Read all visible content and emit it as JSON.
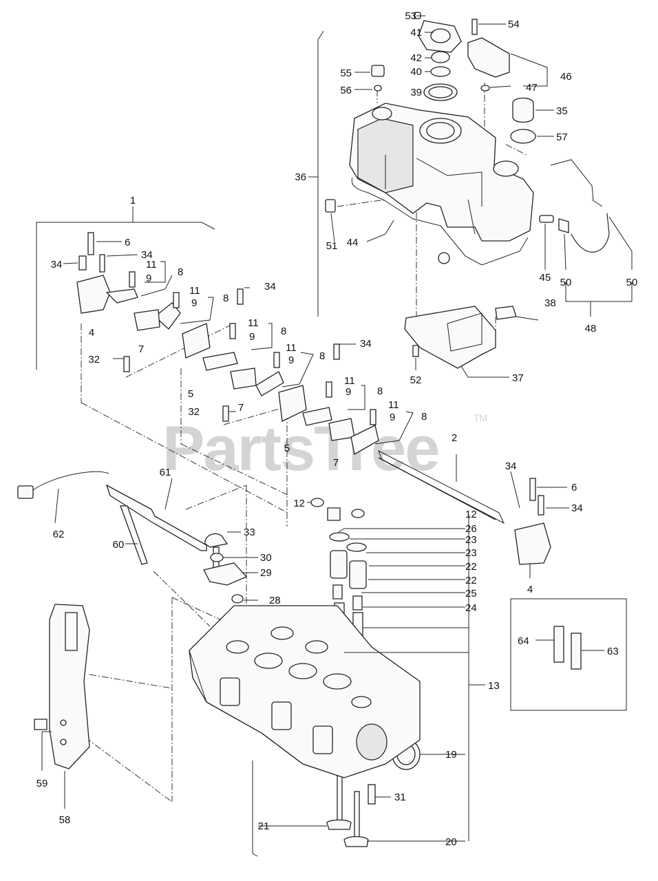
{
  "watermark": {
    "text": "PartsTree",
    "tm": "TM"
  },
  "callouts": [
    {
      "text": "53"
    },
    {
      "text": "41"
    },
    {
      "text": "54"
    },
    {
      "text": "42"
    },
    {
      "text": "46"
    },
    {
      "text": "55"
    },
    {
      "text": "40"
    },
    {
      "text": "56"
    },
    {
      "text": "39"
    },
    {
      "text": "47"
    },
    {
      "text": "35"
    },
    {
      "text": "57"
    },
    {
      "text": "36"
    },
    {
      "text": "1"
    },
    {
      "text": "6"
    },
    {
      "text": "34"
    },
    {
      "text": "34"
    },
    {
      "text": "11"
    },
    {
      "text": "9"
    },
    {
      "text": "8"
    },
    {
      "text": "34"
    },
    {
      "text": "11"
    },
    {
      "text": "9"
    },
    {
      "text": "8"
    },
    {
      "text": "4"
    },
    {
      "text": "7"
    },
    {
      "text": "11"
    },
    {
      "text": "9"
    },
    {
      "text": "8"
    },
    {
      "text": "34"
    },
    {
      "text": "11"
    },
    {
      "text": "9"
    },
    {
      "text": "8"
    },
    {
      "text": "32"
    },
    {
      "text": "5"
    },
    {
      "text": "7"
    },
    {
      "text": "51"
    },
    {
      "text": "44"
    },
    {
      "text": "45"
    },
    {
      "text": "50"
    },
    {
      "text": "50"
    },
    {
      "text": "48"
    },
    {
      "text": "38"
    },
    {
      "text": "52"
    },
    {
      "text": "37"
    },
    {
      "text": "11"
    },
    {
      "text": "9"
    },
    {
      "text": "8"
    },
    {
      "text": "11"
    },
    {
      "text": "9"
    },
    {
      "text": "8"
    },
    {
      "text": "32"
    },
    {
      "text": "5"
    },
    {
      "text": "7"
    },
    {
      "text": "2"
    },
    {
      "text": "34"
    },
    {
      "text": "6"
    },
    {
      "text": "34"
    },
    {
      "text": "61"
    },
    {
      "text": "12"
    },
    {
      "text": "12"
    },
    {
      "text": "26"
    },
    {
      "text": "23"
    },
    {
      "text": "23"
    },
    {
      "text": "62"
    },
    {
      "text": "33"
    },
    {
      "text": "60"
    },
    {
      "text": "30"
    },
    {
      "text": "29"
    },
    {
      "text": "22"
    },
    {
      "text": "22"
    },
    {
      "text": "25"
    },
    {
      "text": "4"
    },
    {
      "text": "28"
    },
    {
      "text": "24"
    },
    {
      "text": "64"
    },
    {
      "text": "63"
    },
    {
      "text": "13"
    },
    {
      "text": "19"
    },
    {
      "text": "59"
    },
    {
      "text": "31"
    },
    {
      "text": "58"
    },
    {
      "text": "21"
    },
    {
      "text": "20"
    }
  ]
}
